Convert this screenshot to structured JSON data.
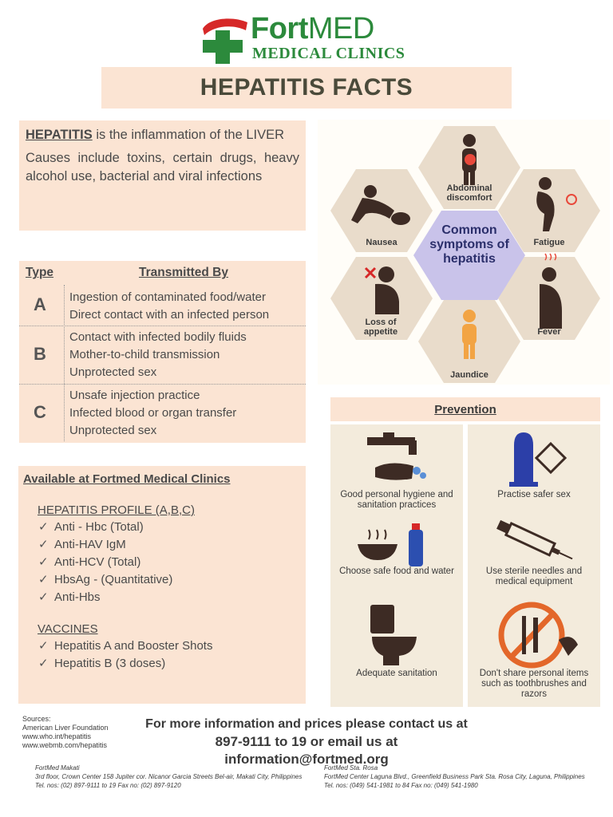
{
  "header": {
    "brand_bold": "Fort",
    "brand_regular": "MED",
    "brand_sub": "MEDICAL CLINICS",
    "title": "HEPATITIS FACTS"
  },
  "definition": {
    "term": "HEPATITIS",
    "line1_rest": " is the inflammation of the LIVER",
    "causes": "Causes include toxins, certain drugs, heavy alcohol use, bacterial and viral infections"
  },
  "types": {
    "header_type": "Type",
    "header_transmitted": "Transmitted By",
    "rows": [
      {
        "letter": "A",
        "items": [
          "Ingestion of contaminated food/water",
          "Direct contact with an infected person"
        ]
      },
      {
        "letter": "B",
        "items": [
          "Contact with infected bodily fluids",
          "Mother-to-child transmission",
          "Unprotected sex"
        ]
      },
      {
        "letter": "C",
        "items": [
          "Unsafe injection practice",
          "Infected blood or organ transfer",
          "Unprotected sex"
        ]
      }
    ]
  },
  "available": {
    "heading": "Available at Fortmed Medical Clinics",
    "profile_title": "HEPATITIS PROFILE (A,B,C)",
    "profile_items": [
      "Anti - Hbc (Total)",
      "Anti-HAV IgM",
      "Anti-HCV (Total)",
      "HbsAg - (Quantitative)",
      "Anti-Hbs"
    ],
    "vaccines_title": "VACCINES",
    "vaccine_items": [
      "Hepatitis A and Booster Shots",
      "Hepatitis B (3 doses)"
    ],
    "check": "✓"
  },
  "symptoms": {
    "center": "Common symptoms of hepatitis",
    "items": [
      "Abdominal discomfort",
      "Fatigue",
      "Fever",
      "Jaundice",
      "Loss of appetite",
      "Nausea"
    ]
  },
  "prevention": {
    "heading": "Prevention",
    "items": [
      "Good personal hygiene and sanitation practices",
      "Practise safer sex",
      "Choose safe food and water",
      "Use sterile needles and medical equipment",
      "Adequate sanitation",
      "Don't share personal items such as toothbrushes and razors"
    ]
  },
  "footer": {
    "sources_label": "Sources:",
    "sources": [
      "American Liver Foundation",
      "www.who.int/hepatitis",
      "www.webmb.com/hepatitis"
    ],
    "contact_line1": "For more information and prices please contact us at",
    "contact_line2": "897-9111 to 19 or email us at information@fortmed.org",
    "makati": {
      "name": "FortMed Makati",
      "address": "3rd floor, Crown Center 158 Jupiter cor. Nicanor Garcia Streets Bel-air, Makati City, Philippines",
      "tel": "Tel. nos: (02) 897-9111 to 19 Fax no: (02) 897-9120"
    },
    "starosa": {
      "name": "FortMed Sta. Rosa",
      "address": "FortMed Center Laguna Blvd., Greenfield Business Park Sta. Rosa City, Laguna, Philippines",
      "tel": "Tel. nos: (049) 541-1981 to 84 Fax no: (049) 541-1980"
    }
  },
  "colors": {
    "panel": "#fbe4d3",
    "brand_green": "#2c8a3c",
    "brand_red": "#d62828",
    "hex_tan": "#e9dccb",
    "hex_center": "#c9c3ea"
  }
}
